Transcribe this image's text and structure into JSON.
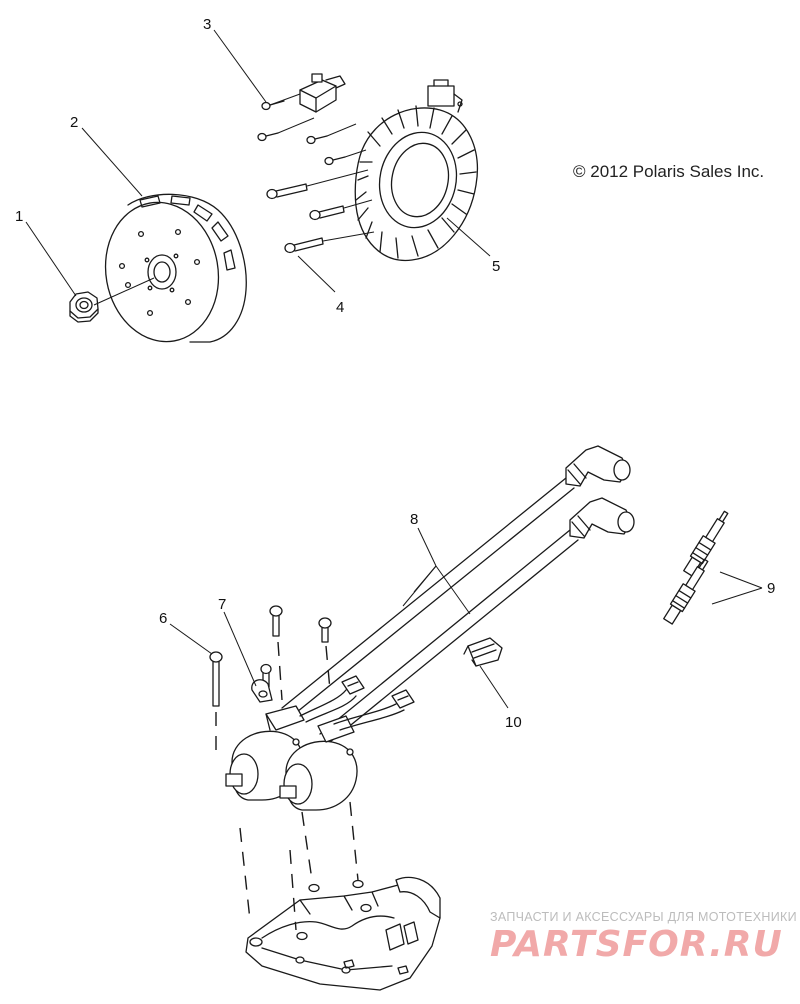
{
  "copyright": "© 2012 Polaris Sales Inc.",
  "watermark": {
    "tagline": "ЗАПЧАСТИ И АКСЕССУАРЫ ДЛЯ МОТОТЕХНИКИ",
    "logo": "PARTSFOR.RU"
  },
  "callouts": {
    "c1": "1",
    "c2": "2",
    "c3": "3",
    "c4": "4",
    "c5": "5",
    "c6": "6",
    "c7": "7",
    "c8": "8",
    "c9": "9",
    "c10": "10"
  },
  "parts": [
    "flywheel-nut",
    "flywheel",
    "pickup-screw",
    "stator-screw",
    "stator",
    "coil-screw",
    "clamp",
    "spark-plug-lead",
    "spark-plug",
    "wire-clip"
  ]
}
